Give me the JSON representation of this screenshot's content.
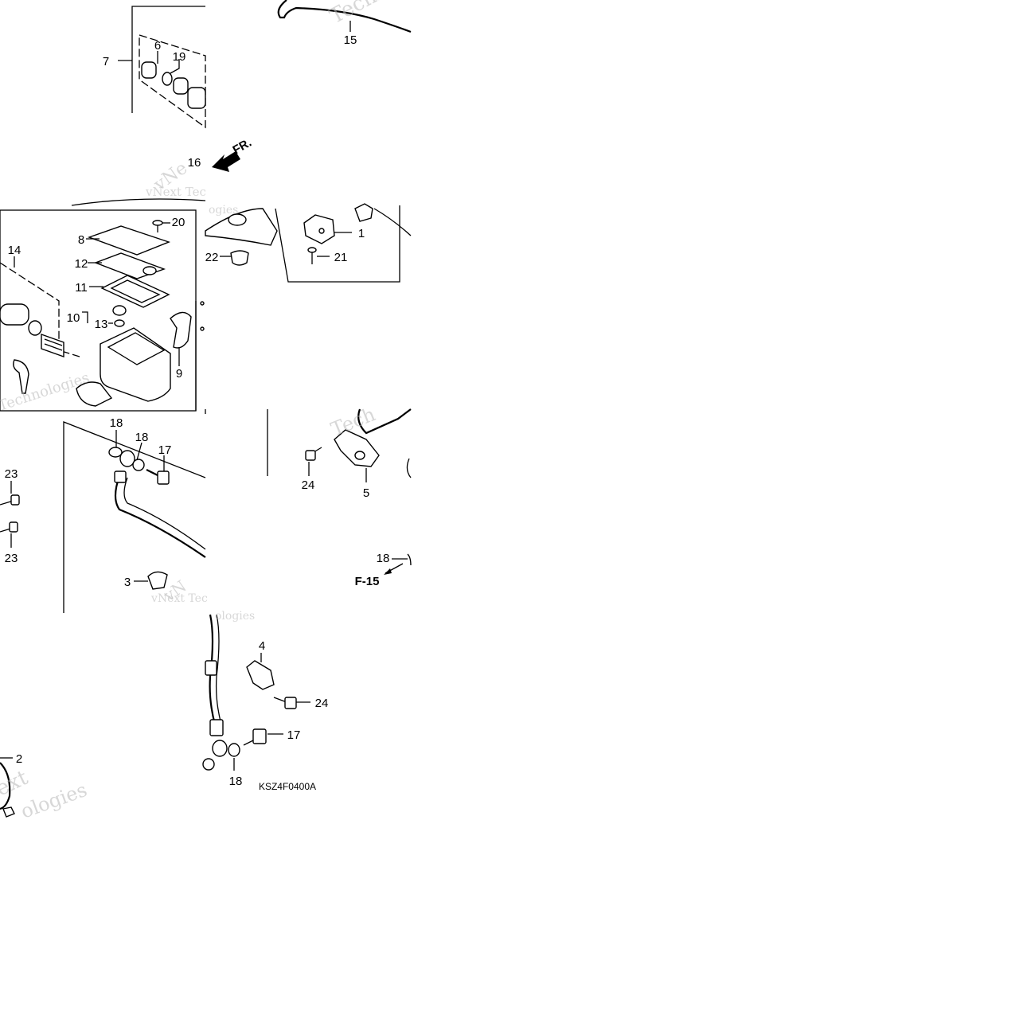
{
  "diagram": {
    "labels": [
      {
        "id": "label-15",
        "text": "15"
      },
      {
        "id": "label-6",
        "text": "6"
      },
      {
        "id": "label-19",
        "text": "19"
      },
      {
        "id": "label-7",
        "text": "7"
      },
      {
        "id": "label-16",
        "text": "16"
      },
      {
        "id": "label-20",
        "text": "20"
      },
      {
        "id": "label-8",
        "text": "8"
      },
      {
        "id": "label-12",
        "text": "12"
      },
      {
        "id": "label-11",
        "text": "11"
      },
      {
        "id": "label-10",
        "text": "10"
      },
      {
        "id": "label-13",
        "text": "13"
      },
      {
        "id": "label-14",
        "text": "14"
      },
      {
        "id": "label-9",
        "text": "9"
      },
      {
        "id": "label-1",
        "text": "1"
      },
      {
        "id": "label-22",
        "text": "22"
      },
      {
        "id": "label-21",
        "text": "21"
      },
      {
        "id": "label-18a",
        "text": "18"
      },
      {
        "id": "label-18b",
        "text": "18"
      },
      {
        "id": "label-17a",
        "text": "17"
      },
      {
        "id": "label-23a",
        "text": "23"
      },
      {
        "id": "label-23b",
        "text": "23"
      },
      {
        "id": "label-3",
        "text": "3"
      },
      {
        "id": "label-24a",
        "text": "24"
      },
      {
        "id": "label-5",
        "text": "5"
      },
      {
        "id": "label-18c",
        "text": "18"
      },
      {
        "id": "label-4",
        "text": "4"
      },
      {
        "id": "label-24b",
        "text": "24"
      },
      {
        "id": "label-17b",
        "text": "17"
      },
      {
        "id": "label-18d",
        "text": "18"
      },
      {
        "id": "label-2",
        "text": "2"
      }
    ],
    "front_arrow_text": "FR.",
    "reference_text": "F-15",
    "diagram_code": "KSZ4F0400A",
    "watermarks": [
      "vNext Tec",
      "Techno",
      "Technologies",
      "vNext Tec",
      "Technologies",
      "ext",
      "ologies"
    ]
  }
}
